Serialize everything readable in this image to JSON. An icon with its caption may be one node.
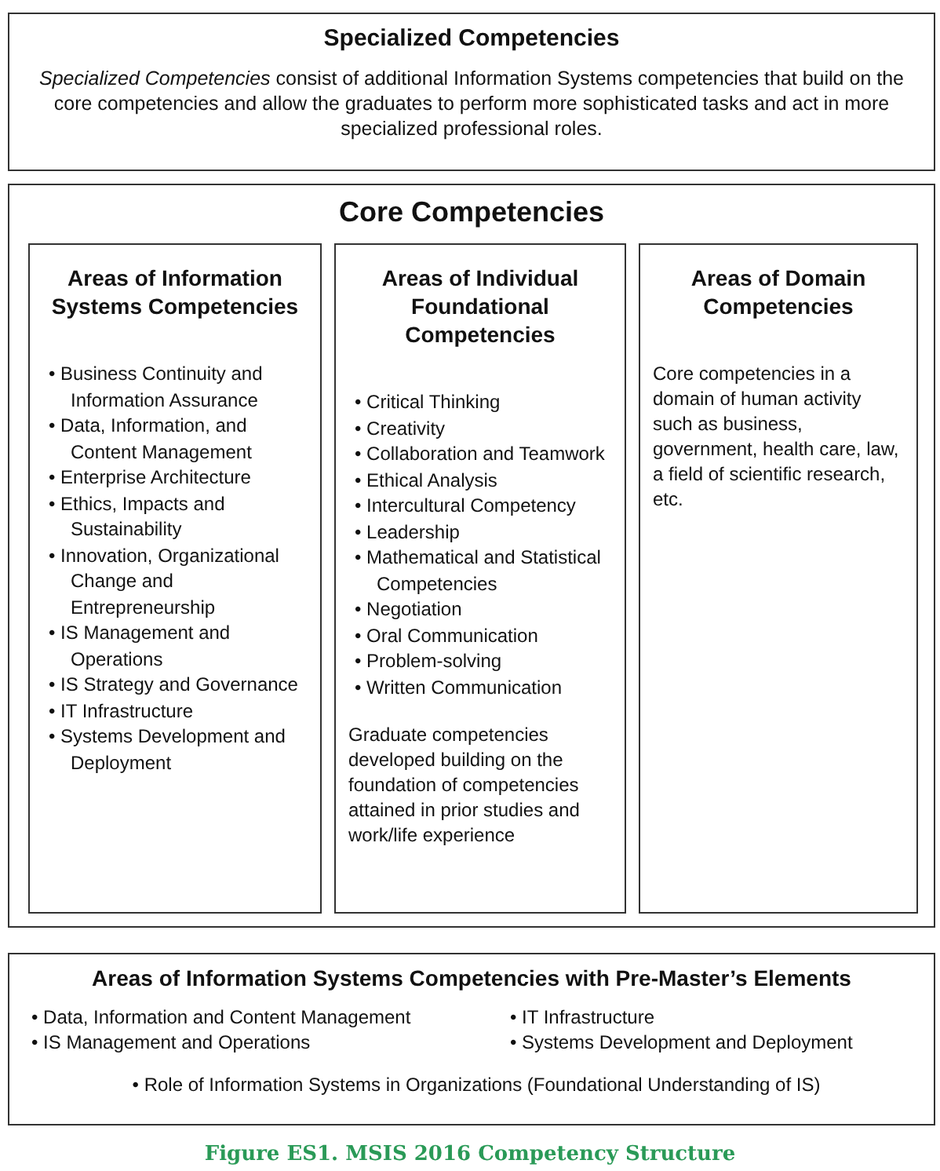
{
  "diagram": {
    "caption": "Figure ES1. MSIS 2016 Competency Structure",
    "nodes": [
      {
        "text": [
          "Specialized Competencies",
          "*Specialized Competencies* consist of additional Information Systems competencies that build on the core competencies and allow the graduates to perform more sophisticated tasks and act in more specialized professional roles."
        ]
      },
      {
        "text": [
          "Core Competencies"
        ]
      },
      {
        "text": [
          "Areas of Information Systems Competencies",
          "• Business Continuity and Information Assurance",
          "• Data, Information, and Content Management",
          "• Enterprise Architecture",
          "• Ethics, Impacts and Sustainability",
          "• Innovation, Organizational Change and Entrepreneurship",
          "• IS Management and Operations",
          "• IS Strategy and Governance",
          "• IT Infrastructure",
          "• Systems Development and Deployment"
        ],
        "in": 1
      },
      {
        "text": [
          "Areas of Individual Foundational Competencies",
          "• Critical Thinking",
          "• Creativity",
          "• Collaboration and Teamwork",
          "• Ethical Analysis",
          "• Intercultural Competency",
          "• Leadership",
          "• Mathematical and Statistical Competencies",
          "• Negotiation",
          "• Oral Communication",
          "• Problem-solving",
          "• Written Communication",
          "Graduate competencies developed building on the foundation of competencies attained in prior studies and work/life experience"
        ],
        "in": 1
      },
      {
        "text": [
          "Areas of Domain Competencies",
          "Core competencies in a domain of human activity such as business, government, health care, law, a field of scientific research, etc."
        ],
        "in": 1
      },
      {
        "text": [
          "Areas of Information Systems Competencies with Pre-Master’s Elements",
          "• Data, Information and Content Management",
          "• IT Infrastructure",
          "• IS Management and Operations",
          "• Systems Development and Deployment",
          "• Role of Information Systems in Organizations (Foundational Understanding of IS)"
        ]
      }
    ]
  }
}
